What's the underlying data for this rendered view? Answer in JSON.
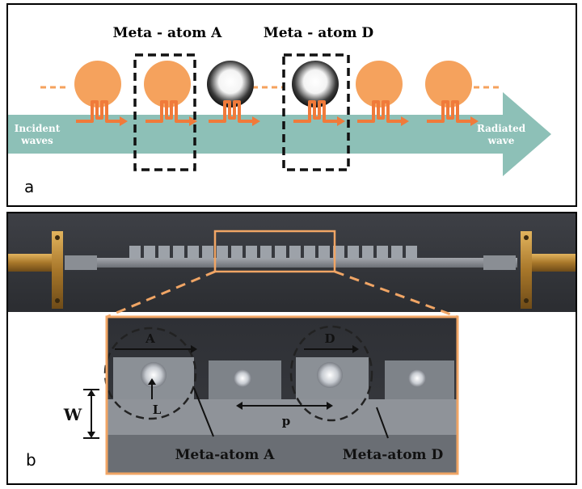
{
  "panel_a": {
    "panel_label": "a",
    "title_left": "Meta - atom A",
    "title_right": "Meta - atom D",
    "incident_line1": "Incident",
    "incident_line2": "waves",
    "radiated_line1": "Radiated",
    "radiated_line2": "wave",
    "colors": {
      "arrow_body": "#8dc0b7",
      "atom_orange": "#f5a25d",
      "flow_arrow": "#f07a3a"
    },
    "atoms": [
      "A",
      "A",
      "D",
      "D",
      "A",
      "A"
    ]
  },
  "panel_b": {
    "panel_label": "b",
    "label_A": "A",
    "label_D": "D",
    "label_L": "L",
    "label_W": "W",
    "label_p": "p",
    "caption_left": "Meta-atom A",
    "caption_right": "Meta-atom D",
    "colors": {
      "highlight": "#f0a565"
    }
  }
}
